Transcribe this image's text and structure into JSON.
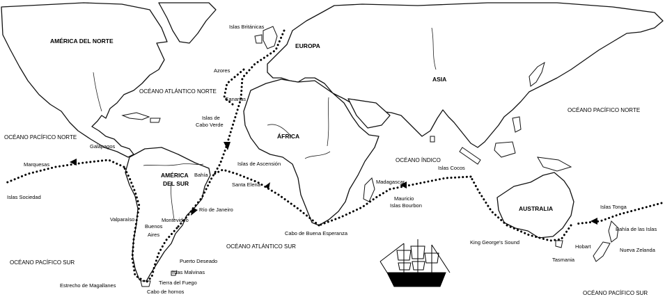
{
  "continents": {
    "north_america": "AMÉRICA DEL NORTE",
    "south_america_1": "AMÉRICA",
    "south_america_2": "DEL SUR",
    "europe": "EUROPA",
    "asia": "ASIA",
    "africa": "ÁFRICA",
    "australia": "AUSTRALIA"
  },
  "oceans": {
    "atlantic_north": "OCÉANO ATLÁNTICO NORTE",
    "atlantic_south": "OCÉANO ATLÁNTICO SUR",
    "pacific_north_west": "OCÉANO PACÍFICO NORTE",
    "pacific_north_east": "OCÉANO PACÍFICO NORTE",
    "pacific_south_west": "OCÉANO PACÍFICO SUR",
    "pacific_south_east": "OCÉANO PACÍFICO SUR",
    "indian": "OCÉANO ÍNDICO"
  },
  "places": {
    "islas_britanicas": "Islas Británicas",
    "azores": "Azores",
    "canarias": "Canarias",
    "islas_de": "Islas de",
    "cabo_verde": "Cabo Verde",
    "galapagos": "Galápagos",
    "marquesas": "Marquesas",
    "islas_sociedad": "Islas Sociedad",
    "bahia": "Bahía",
    "islas_ascension": "Islas de Ascensión",
    "santa_elena": "Santa Elena",
    "rio_janeiro": "Río de Janeiro",
    "valparaiso": "Valparaíso",
    "montevideo": "Montevideo",
    "buenos": "Buenos",
    "aires": "Aires",
    "puerto_deseado": "Puerto Deseado",
    "islas_malvinas": "Islas Malvinas",
    "tierra_fuego": "Tierra del Fuego",
    "estrecho_magallanes": "Estrecho de Magallanes",
    "cabo_hornos": "Cabo de hornos",
    "cabo_buena_esperanza": "Cabo de Buena Esperanza",
    "madagascar": "Madagascar",
    "mauricio": "Mauricio",
    "islas_bourbon": "Islas Bourbon",
    "islas_cocos": "Islas Cocos",
    "king_georges_sound": "King George's Sound",
    "hobart": "Hobart",
    "tasmania": "Tasmania",
    "islas_tonga": "Islas Tonga",
    "bahia_de_las_islas": "Bahía de las Islas",
    "nueva_zelanda": "Nueva Zelanda"
  },
  "colors": {
    "ink": "#000000",
    "paper": "#ffffff"
  }
}
